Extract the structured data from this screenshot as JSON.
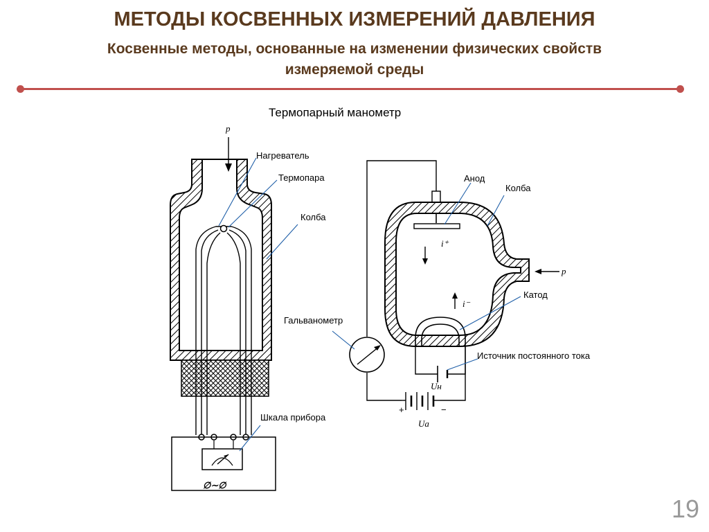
{
  "slide": {
    "title": "МЕТОДЫ КОСВЕННЫХ ИЗМЕРЕНИЙ ДАВЛЕНИЯ",
    "subtitle_line1": "Косвенные методы, основанные на изменении физических свойств",
    "subtitle_line2": "измеряемой среды",
    "page_number": "19",
    "accent_color": "#c0504d",
    "title_color": "#5a3a1e"
  },
  "diagram": {
    "title": "Термопарный манометр",
    "left_labels": {
      "heater": "Нагреватель",
      "thermocouple": "Термопара",
      "bulb": "Колба",
      "scale": "Шкала прибора",
      "pressure": "p",
      "ac_supply": "∅∼∅"
    },
    "right_labels": {
      "anode": "Анод",
      "bulb": "Колба",
      "cathode": "Катод",
      "galvanometer": "Гальванометр",
      "dc_source": "Источник постоянного тока",
      "pressure": "p",
      "ion_current": "i⁺",
      "electron_current": "i⁻",
      "heater_voltage": "Uн",
      "anode_voltage": "Ua",
      "plus": "+",
      "minus": "−"
    }
  }
}
